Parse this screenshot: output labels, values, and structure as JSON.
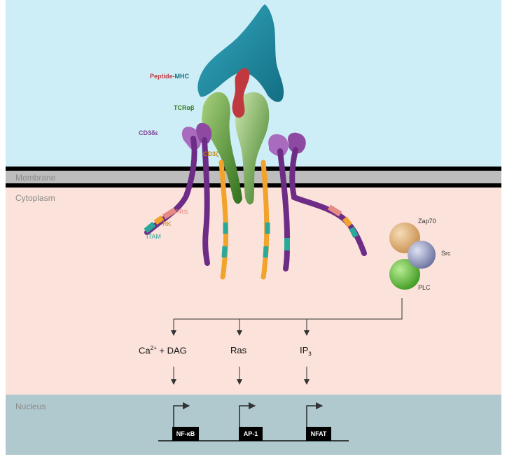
{
  "regions": {
    "membrane": "Membrane",
    "cytoplasm": "Cytoplasm",
    "nucleus": "Nucleus"
  },
  "molecules": {
    "peptide": "Peptide-",
    "mhc": "MHC",
    "tcr": "TCRαβ",
    "cd3de": "CD3δε",
    "cd3z": "CD3ζ"
  },
  "segments": {
    "prs": "PRS",
    "rk": "RK",
    "itam": "ITAM"
  },
  "kinases": {
    "zap70": "Zap70",
    "src": "Src",
    "plc": "PLC"
  },
  "signals": {
    "ca": "Ca",
    "ca_sup": "2+",
    "dag": " + DAG",
    "ras": "Ras",
    "ip": "IP",
    "ip_sub": "3"
  },
  "genes": {
    "nfkb": "NF-κB",
    "ap1": "AP-1",
    "nfat": "NFAT"
  },
  "colors": {
    "extracellular": "#cdeef6",
    "cytoplasm": "#fbe2da",
    "nucleus": "#b0c9ce",
    "membrane": "#bdbdbd",
    "mhc": "#1e8fa5",
    "peptide": "#c0393f",
    "tcr": "#4a8b2a",
    "cd3de": "#6d2d86",
    "cd3z": "#f1a32c",
    "prs": "#e58a84",
    "itam": "#2aa89a",
    "zap70": "#d7a76b",
    "src": "#7f86b0",
    "plc": "#55b52f"
  }
}
